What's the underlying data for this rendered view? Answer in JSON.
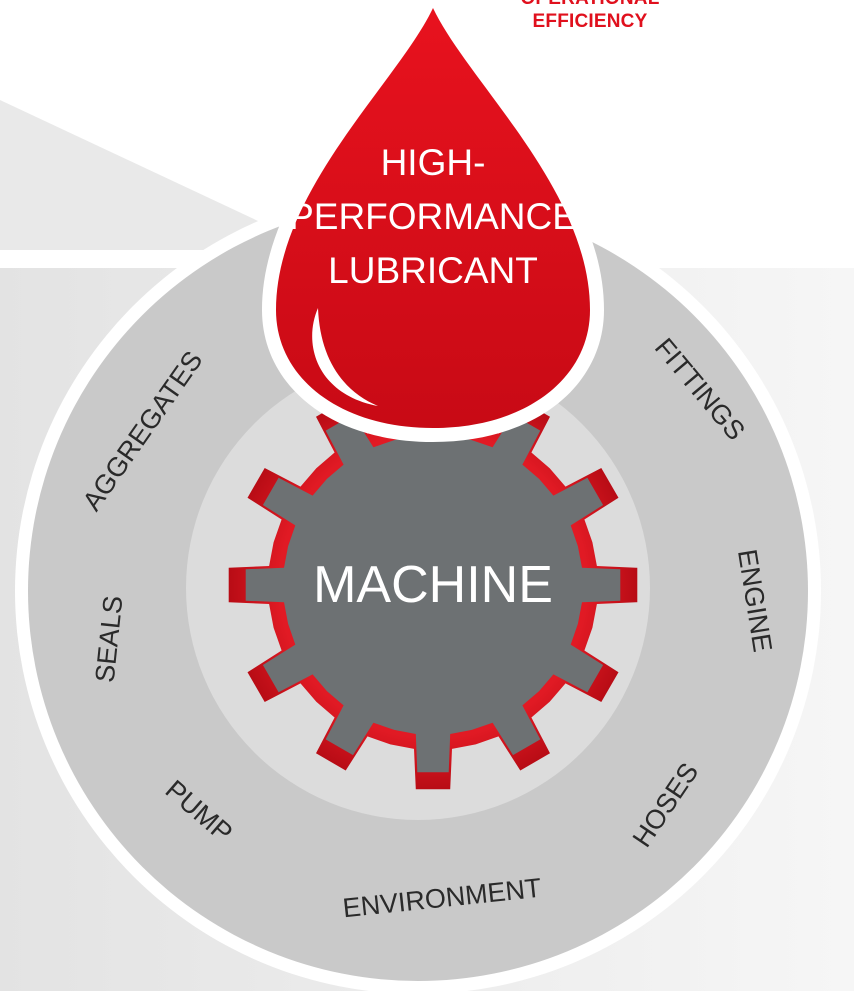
{
  "header": {
    "line1": "OPERATIONAL",
    "line2": "EFFICIENCY"
  },
  "drop": {
    "line1": "HIGH-",
    "line2": "PERFORMANCE",
    "line3": "LUBRICANT"
  },
  "center": {
    "label": "MACHINE"
  },
  "ring_labels": {
    "aggregates": "AGGREGATES",
    "seals": "SEALS",
    "pump": "PUMP",
    "environment": "ENVIRONMENT",
    "hoses": "HOSES",
    "engine": "ENGINE",
    "fittings": "FITTINGS"
  },
  "colors": {
    "accent_red": "#e0101d",
    "ring_gray": "#c9c9c9",
    "inner_gray": "#dcdcdc",
    "gear_gray": "#6d7173"
  }
}
